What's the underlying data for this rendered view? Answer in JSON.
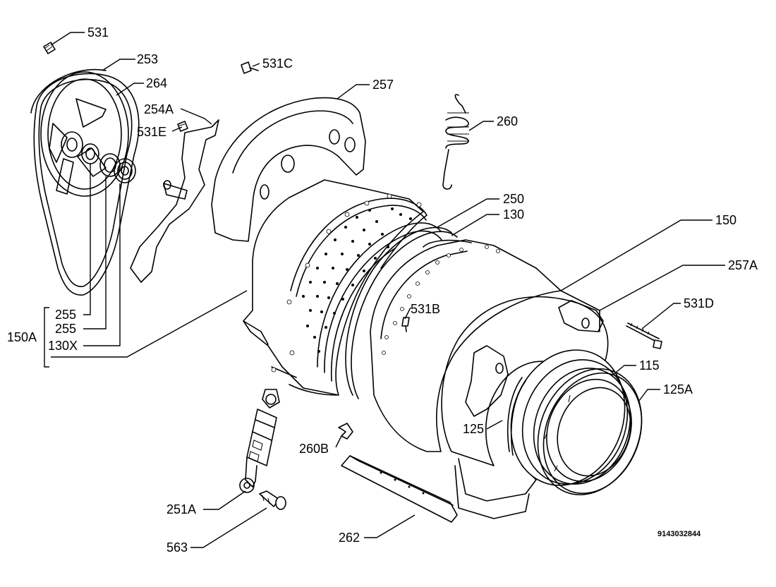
{
  "diagram": {
    "drawing_number": "9143032844",
    "callouts": {
      "p531": "531",
      "p253": "253",
      "p264": "264",
      "p531C": "531C",
      "p257": "257",
      "p254A": "254A",
      "p531E": "531E",
      "p260": "260",
      "p250": "250",
      "p130": "130",
      "p150": "150",
      "p257A": "257A",
      "p531D": "531D",
      "p531B": "531B",
      "p115": "115",
      "p125A": "125A",
      "p125": "125",
      "p255a": "255",
      "p255b": "255",
      "p130X": "130X",
      "p150A": "150A",
      "p260B": "260B",
      "p251A": "251A",
      "p563": "563",
      "p262": "262"
    }
  }
}
